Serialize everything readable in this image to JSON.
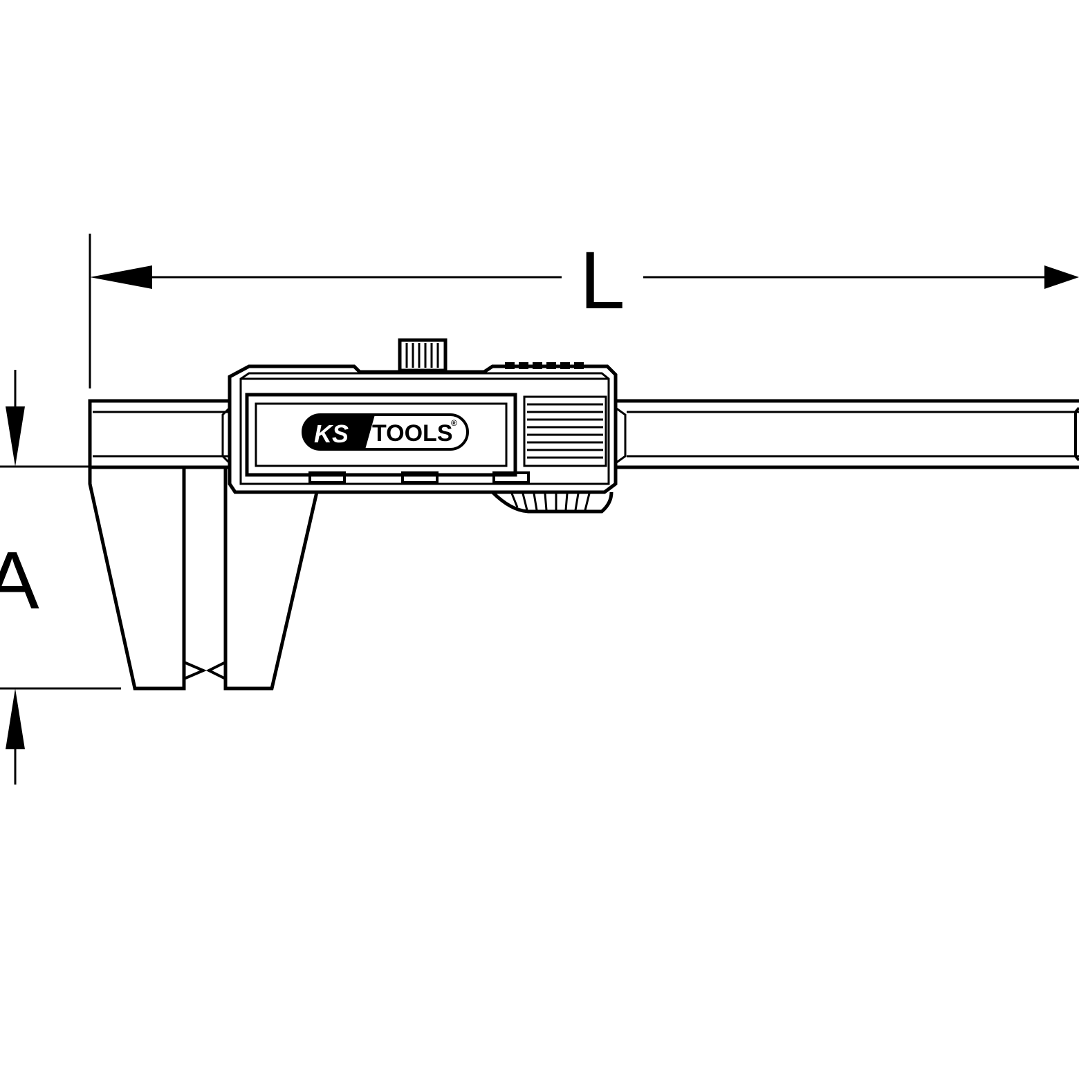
{
  "dimensions": {
    "length_label": "L",
    "jaw_depth_label": "A"
  },
  "logo": {
    "brand_left": "KS",
    "brand_right": "TOOLS",
    "registered_mark": "®"
  },
  "colors": {
    "line": "#000000",
    "background": "#ffffff"
  }
}
